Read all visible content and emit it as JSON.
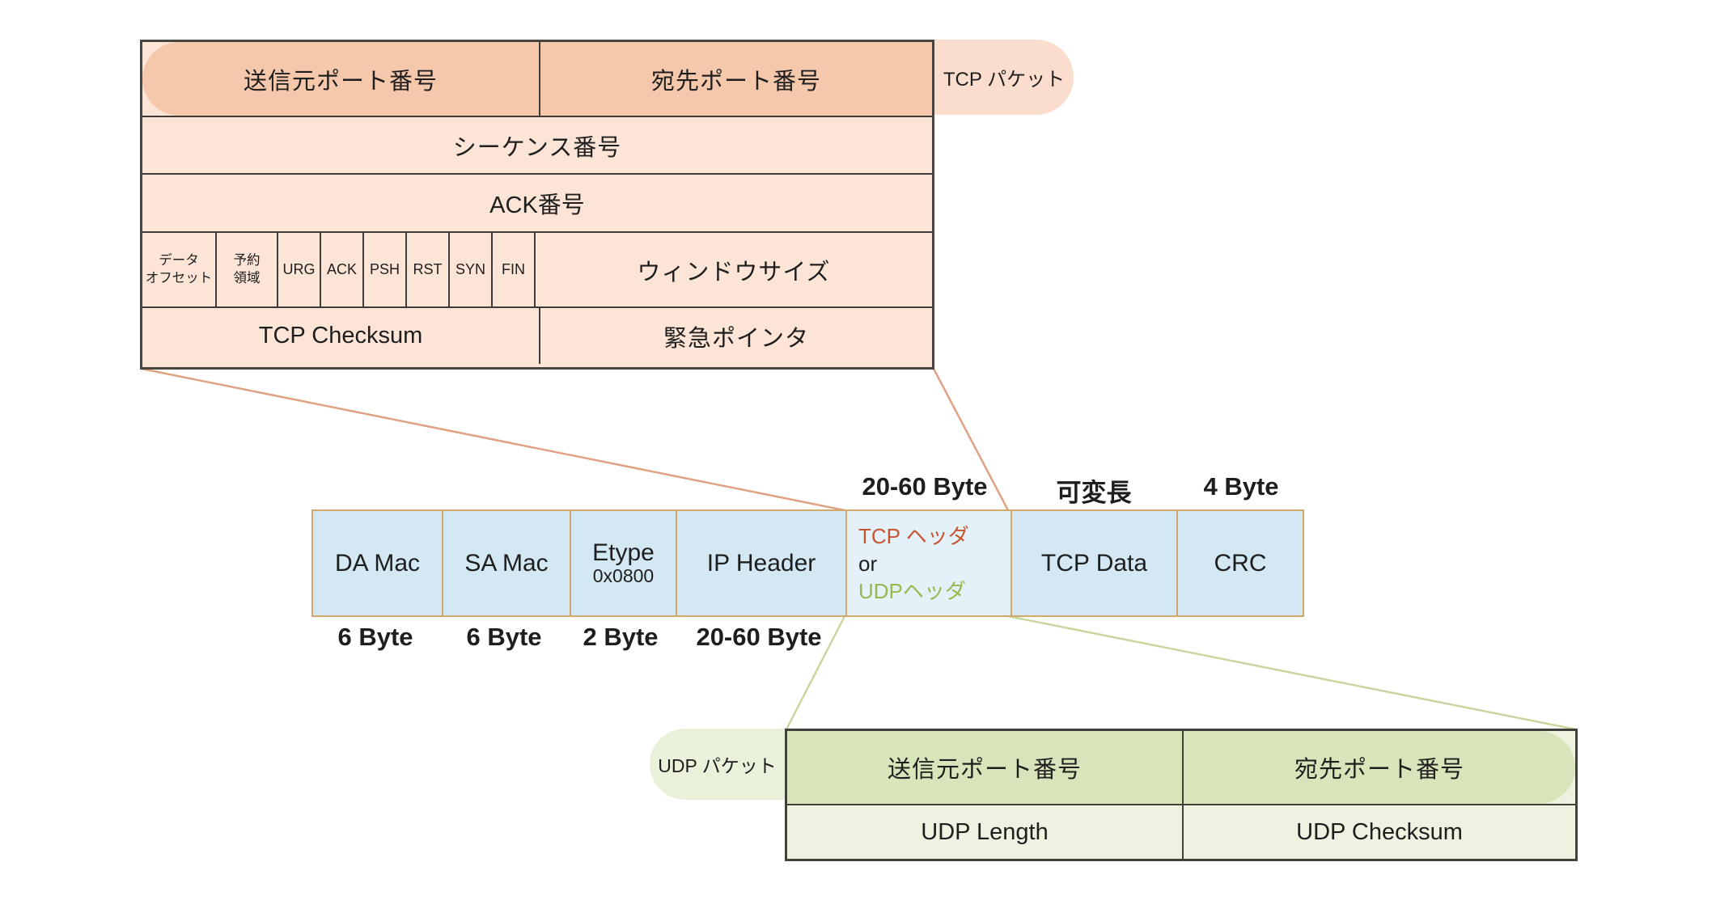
{
  "tcp_packet": {
    "bubble_label": "TCP パケット",
    "row_ports": {
      "left": "送信元ポート番号",
      "right": "宛先ポート番号"
    },
    "row_sequence": "シーケンス番号",
    "row_ack": "ACK番号",
    "flags": [
      "データ\nオフセット",
      "予約\n領域",
      "URG",
      "ACK",
      "PSH",
      "RST",
      "SYN",
      "FIN"
    ],
    "window_label": "ウィンドウサイズ",
    "row_checksum": {
      "left": "TCP Checksum",
      "right": "緊急ポインタ"
    }
  },
  "ethernet_frame": {
    "cells": [
      "DA Mac",
      "SA Mac",
      "Etype",
      "IP Header",
      "TCP Data",
      "CRC"
    ],
    "etype_sub": "0x0800",
    "header_cell": {
      "line1": "TCP ヘッダ",
      "line2": "or",
      "line3": "UDPヘッダ"
    },
    "top_labels": [
      "20-60 Byte",
      "可変長",
      "4 Byte"
    ],
    "bottom_labels": [
      "6 Byte",
      "6 Byte",
      "2 Byte",
      "20-60 Byte"
    ]
  },
  "udp_packet": {
    "bubble_label": "UDP パケット",
    "row_ports": {
      "left": "送信元ポート番号",
      "right": "宛先ポート番号"
    },
    "row_len": {
      "left": "UDP Length",
      "right": "UDP Checksum"
    }
  },
  "colors": {
    "tcp_row_highlight": "#f6c8ab",
    "tcp_row_bg": "#fce4d7",
    "tcp_bubble_bg": "#fbddce",
    "eth_cell_bg": "#d3e8f3",
    "eth_header_cell_bg": "#e4f1f9",
    "eth_border": "#d0a96b",
    "tcp_header_text": "#c7552f",
    "udp_header_text": "#94bb4f",
    "udp_row_highlight": "#d8e5ba",
    "udp_row_bg": "#edf3e0",
    "udp_bubble_bg": "#e9f1da",
    "table_border": "#3f3b3a",
    "orange_connector": "#dfa383",
    "green_connector": "#c9d79f"
  }
}
